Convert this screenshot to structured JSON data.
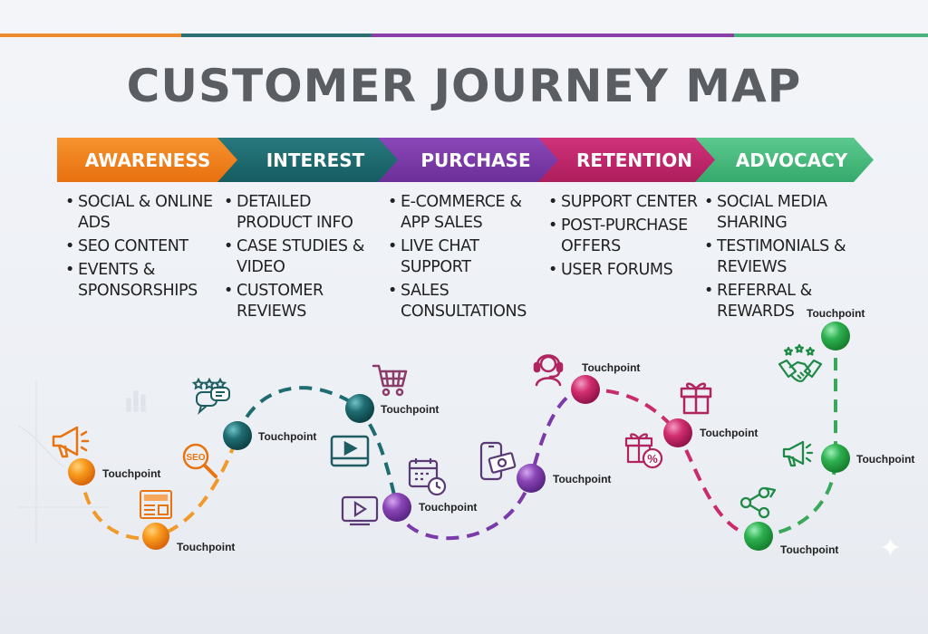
{
  "title": "CUSTOMER JOURNEY MAP",
  "colors": {
    "awareness": "#ef7b1c",
    "interest": "#1e6b70",
    "purchase": "#7a3aa8",
    "retention": "#c0266a",
    "advocacy": "#3bb47a"
  },
  "stages": [
    {
      "label": "AWARENESS",
      "items": [
        "Social & Online Ads",
        "SEO Content",
        "Events & Sponsorships"
      ]
    },
    {
      "label": "INTEREST",
      "items": [
        "Detailed Product Info",
        "Case Studies & Video",
        "Customer Reviews"
      ]
    },
    {
      "label": "PURCHASE",
      "items": [
        "E-Commerce & App Sales",
        "Live Chat Support",
        "Sales Consultations"
      ]
    },
    {
      "label": "RETENTION",
      "items": [
        "Support Center",
        "Post-Purchase Offers",
        "User Forums"
      ]
    },
    {
      "label": "ADVOCACY",
      "items": [
        "Social Media Sharing",
        "Testimonials & Reviews",
        "Referral & Rewards"
      ]
    }
  ],
  "touchpoint_label": "Touchpoint",
  "icons": [
    "megaphone-icon",
    "rating-chat-icon",
    "seo-search-icon",
    "newspaper-icon",
    "shopping-cart-icon",
    "video-player-icon",
    "calendar-clock-icon",
    "play-screen-icon",
    "mobile-payment-icon",
    "support-headset-icon",
    "gift-box-icon",
    "gift-discount-icon",
    "handshake-stars-icon",
    "share-icon"
  ]
}
